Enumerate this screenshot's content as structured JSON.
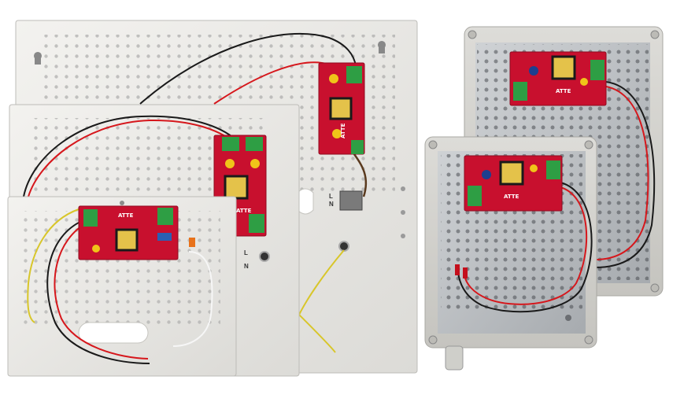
{
  "brand_label": "ATTE",
  "terminal_labels": {
    "live": "L",
    "neutral": "N"
  },
  "colors": {
    "background": "#ffffff",
    "metal_enclosure": "#ecebe8",
    "metal_enclosure_dark": "#d9d8d4",
    "plastic_housing": "#d2d1cc",
    "mounting_plate": "#b9bcbf",
    "pcb_red": "#c8102e",
    "terminal_green": "#2e9e44",
    "wire_red": "#d6171c",
    "wire_black": "#1a1a1a",
    "wire_yellow_green": "#d8c62a",
    "wire_brown": "#5a3a1e",
    "transformer_yellow": "#e4c24a",
    "capacitor_yellow": "#f0c419",
    "hole": "#8c8c8c"
  }
}
